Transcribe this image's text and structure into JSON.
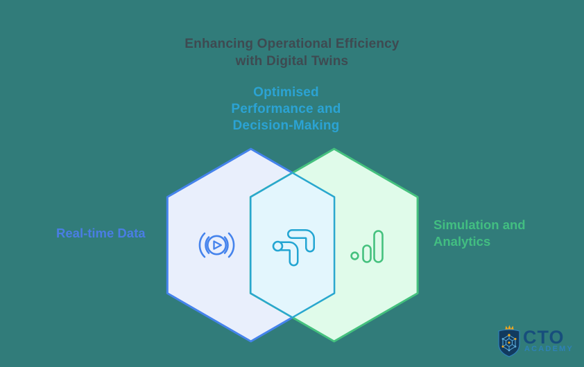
{
  "title": {
    "line1": "Enhancing Operational Efficiency",
    "line2": "with Digital Twins"
  },
  "overlap_label": {
    "line1": "Optimised",
    "line2": "Performance and",
    "line3": "Decision-Making"
  },
  "left_label": "Real-time Data",
  "right_label": {
    "line1": "Simulation and",
    "line2": "Analytics"
  },
  "icons": {
    "left": "live-stream-icon",
    "center": "workflow-arrows-icon",
    "right": "bar-chart-icon",
    "logo": "shield-logo-icon"
  },
  "logo": {
    "title": "CTO",
    "subtitle": "ACADEMY"
  },
  "colors": {
    "background": "#317C7A",
    "title_text": "#3E4A51",
    "overlap_text": "#2BA3D4",
    "left_hex_border": "#4583EC",
    "left_hex_fill": "#E9EFFC",
    "left_label_text": "#4A7DE4",
    "right_hex_border": "#45C17E",
    "right_hex_fill": "#E0FBEA",
    "right_label_text": "#42BE81",
    "overlap_hex_border": "#29A7CE",
    "overlap_hex_fill": "#E3F6FD",
    "center_icon": "#23A5D2",
    "logo_navy": "#174E7C",
    "logo_blue": "#2E81B6",
    "logo_gold": "#F3A71B"
  }
}
